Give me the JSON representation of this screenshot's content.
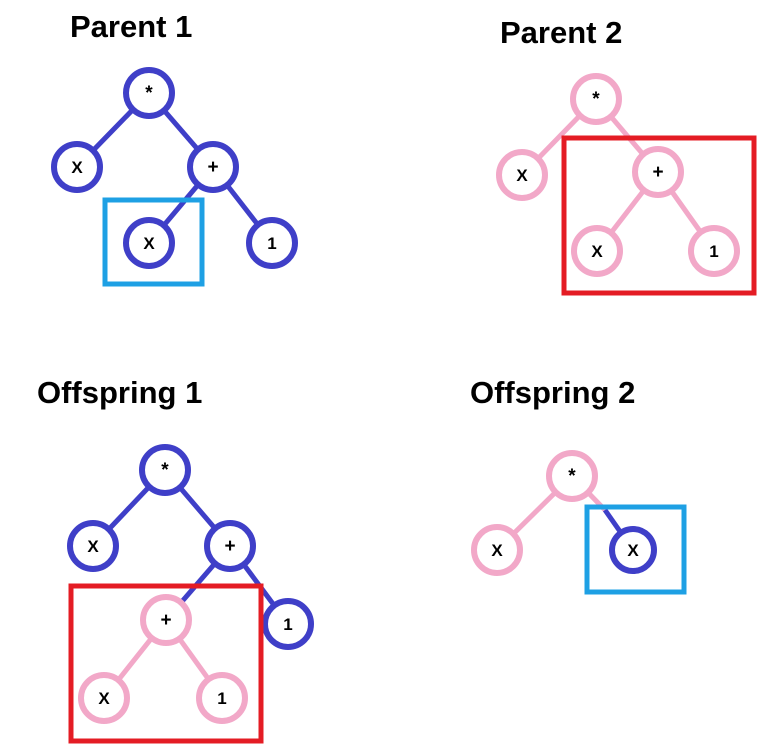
{
  "colors": {
    "parent1_tree": "#3f3fc8",
    "parent2_tree": "#f2a8c8",
    "selection_light_blue": "#1ea0e4",
    "selection_red": "#e41c24",
    "text": "#000000",
    "background": "#ffffff"
  },
  "panels": {
    "parent1": {
      "title": "Parent 1",
      "nodes": [
        {
          "id": "p1-root",
          "label": "*",
          "color": "blue"
        },
        {
          "id": "p1-x-left",
          "label": "X",
          "color": "blue"
        },
        {
          "id": "p1-plus",
          "label": "+",
          "color": "blue"
        },
        {
          "id": "p1-x-sub",
          "label": "X",
          "color": "blue"
        },
        {
          "id": "p1-one",
          "label": "1",
          "color": "blue"
        }
      ],
      "highlight": "selected subtree X (light blue box)"
    },
    "parent2": {
      "title": "Parent 2",
      "nodes": [
        {
          "id": "p2-root",
          "label": "*",
          "color": "pink"
        },
        {
          "id": "p2-x-left",
          "label": "X",
          "color": "pink"
        },
        {
          "id": "p2-plus",
          "label": "+",
          "color": "pink"
        },
        {
          "id": "p2-x-sub",
          "label": "X",
          "color": "pink"
        },
        {
          "id": "p2-one",
          "label": "1",
          "color": "pink"
        }
      ],
      "highlight": "selected subtree + (red box)"
    },
    "offspring1": {
      "title": "Offspring 1",
      "nodes": [
        {
          "id": "o1-root",
          "label": "*",
          "color": "blue"
        },
        {
          "id": "o1-x-left",
          "label": "X",
          "color": "blue"
        },
        {
          "id": "o1-plus",
          "label": "+",
          "color": "blue"
        },
        {
          "id": "o1-one",
          "label": "1",
          "color": "blue"
        },
        {
          "id": "o1-plus-pink",
          "label": "+",
          "color": "pink"
        },
        {
          "id": "o1-x-pink",
          "label": "X",
          "color": "pink"
        },
        {
          "id": "o1-one-pink",
          "label": "1",
          "color": "pink"
        }
      ],
      "highlight": "inserted subtree + (red box)"
    },
    "offspring2": {
      "title": "Offspring 2",
      "nodes": [
        {
          "id": "o2-root",
          "label": "*",
          "color": "pink"
        },
        {
          "id": "o2-x-left",
          "label": "X",
          "color": "pink"
        },
        {
          "id": "o2-x-blue",
          "label": "X",
          "color": "blue"
        }
      ],
      "highlight": "inserted subtree X (light blue box)"
    }
  }
}
